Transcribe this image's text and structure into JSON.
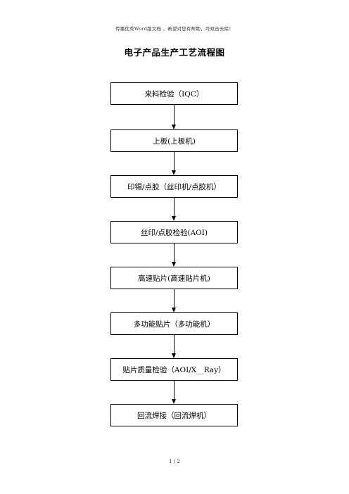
{
  "header_note": "传播优秀Word版文档 ，希望对您有帮助，可双击去除！",
  "title": "电子产品生产工艺流程图",
  "steps": [
    {
      "label": "来料检验（IQC）"
    },
    {
      "label": "上板(上板机)"
    },
    {
      "label": "印锡/点胶（丝印机/点胶机）"
    },
    {
      "label": "丝印/点胶检验(AOI)"
    },
    {
      "label": "高速贴片(高速贴片机)"
    },
    {
      "label": "多功能贴片（多功能机）"
    },
    {
      "label": "贴片质量检验（AOI/X__Ray）"
    },
    {
      "label": "回流焊接（回流焊机）"
    }
  ],
  "footer": {
    "page_indicator": "1 / 2"
  }
}
